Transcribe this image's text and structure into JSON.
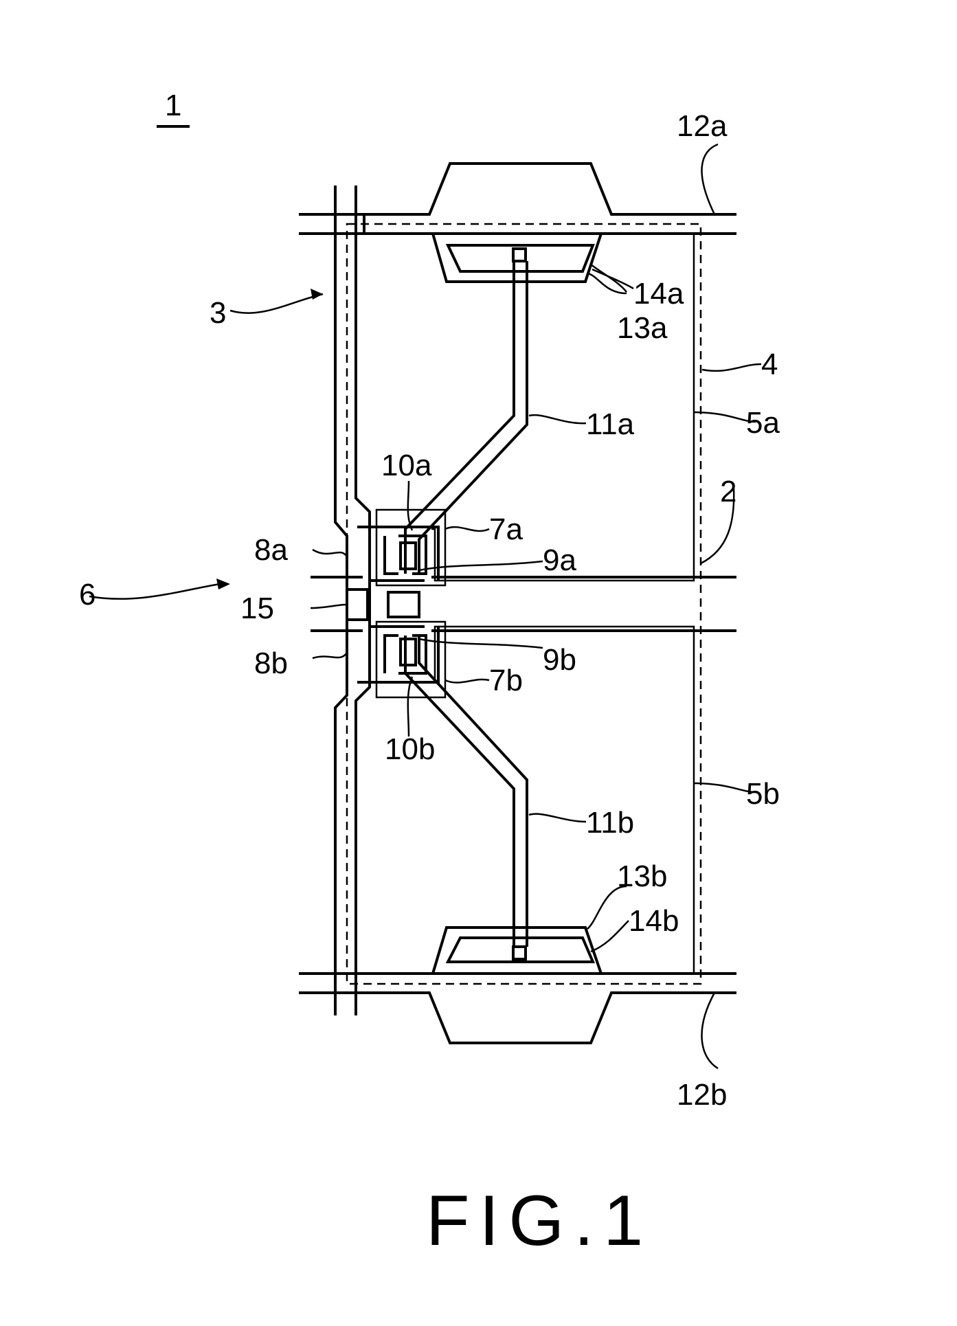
{
  "figure_number_label": "1",
  "caption": "FIG.1",
  "reference_numerals": {
    "r2": "2",
    "r3": "3",
    "r4": "4",
    "r5a": "5a",
    "r5b": "5b",
    "r6": "6",
    "r7a": "7a",
    "r7b": "7b",
    "r8a": "8a",
    "r8b": "8b",
    "r9a": "9a",
    "r9b": "9b",
    "r10a": "10a",
    "r10b": "10b",
    "r11a": "11a",
    "r11b": "11b",
    "r12a": "12a",
    "r12b": "12b",
    "r13a": "13a",
    "r13b": "13b",
    "r14a": "14a",
    "r14b": "14b",
    "r15": "15"
  }
}
